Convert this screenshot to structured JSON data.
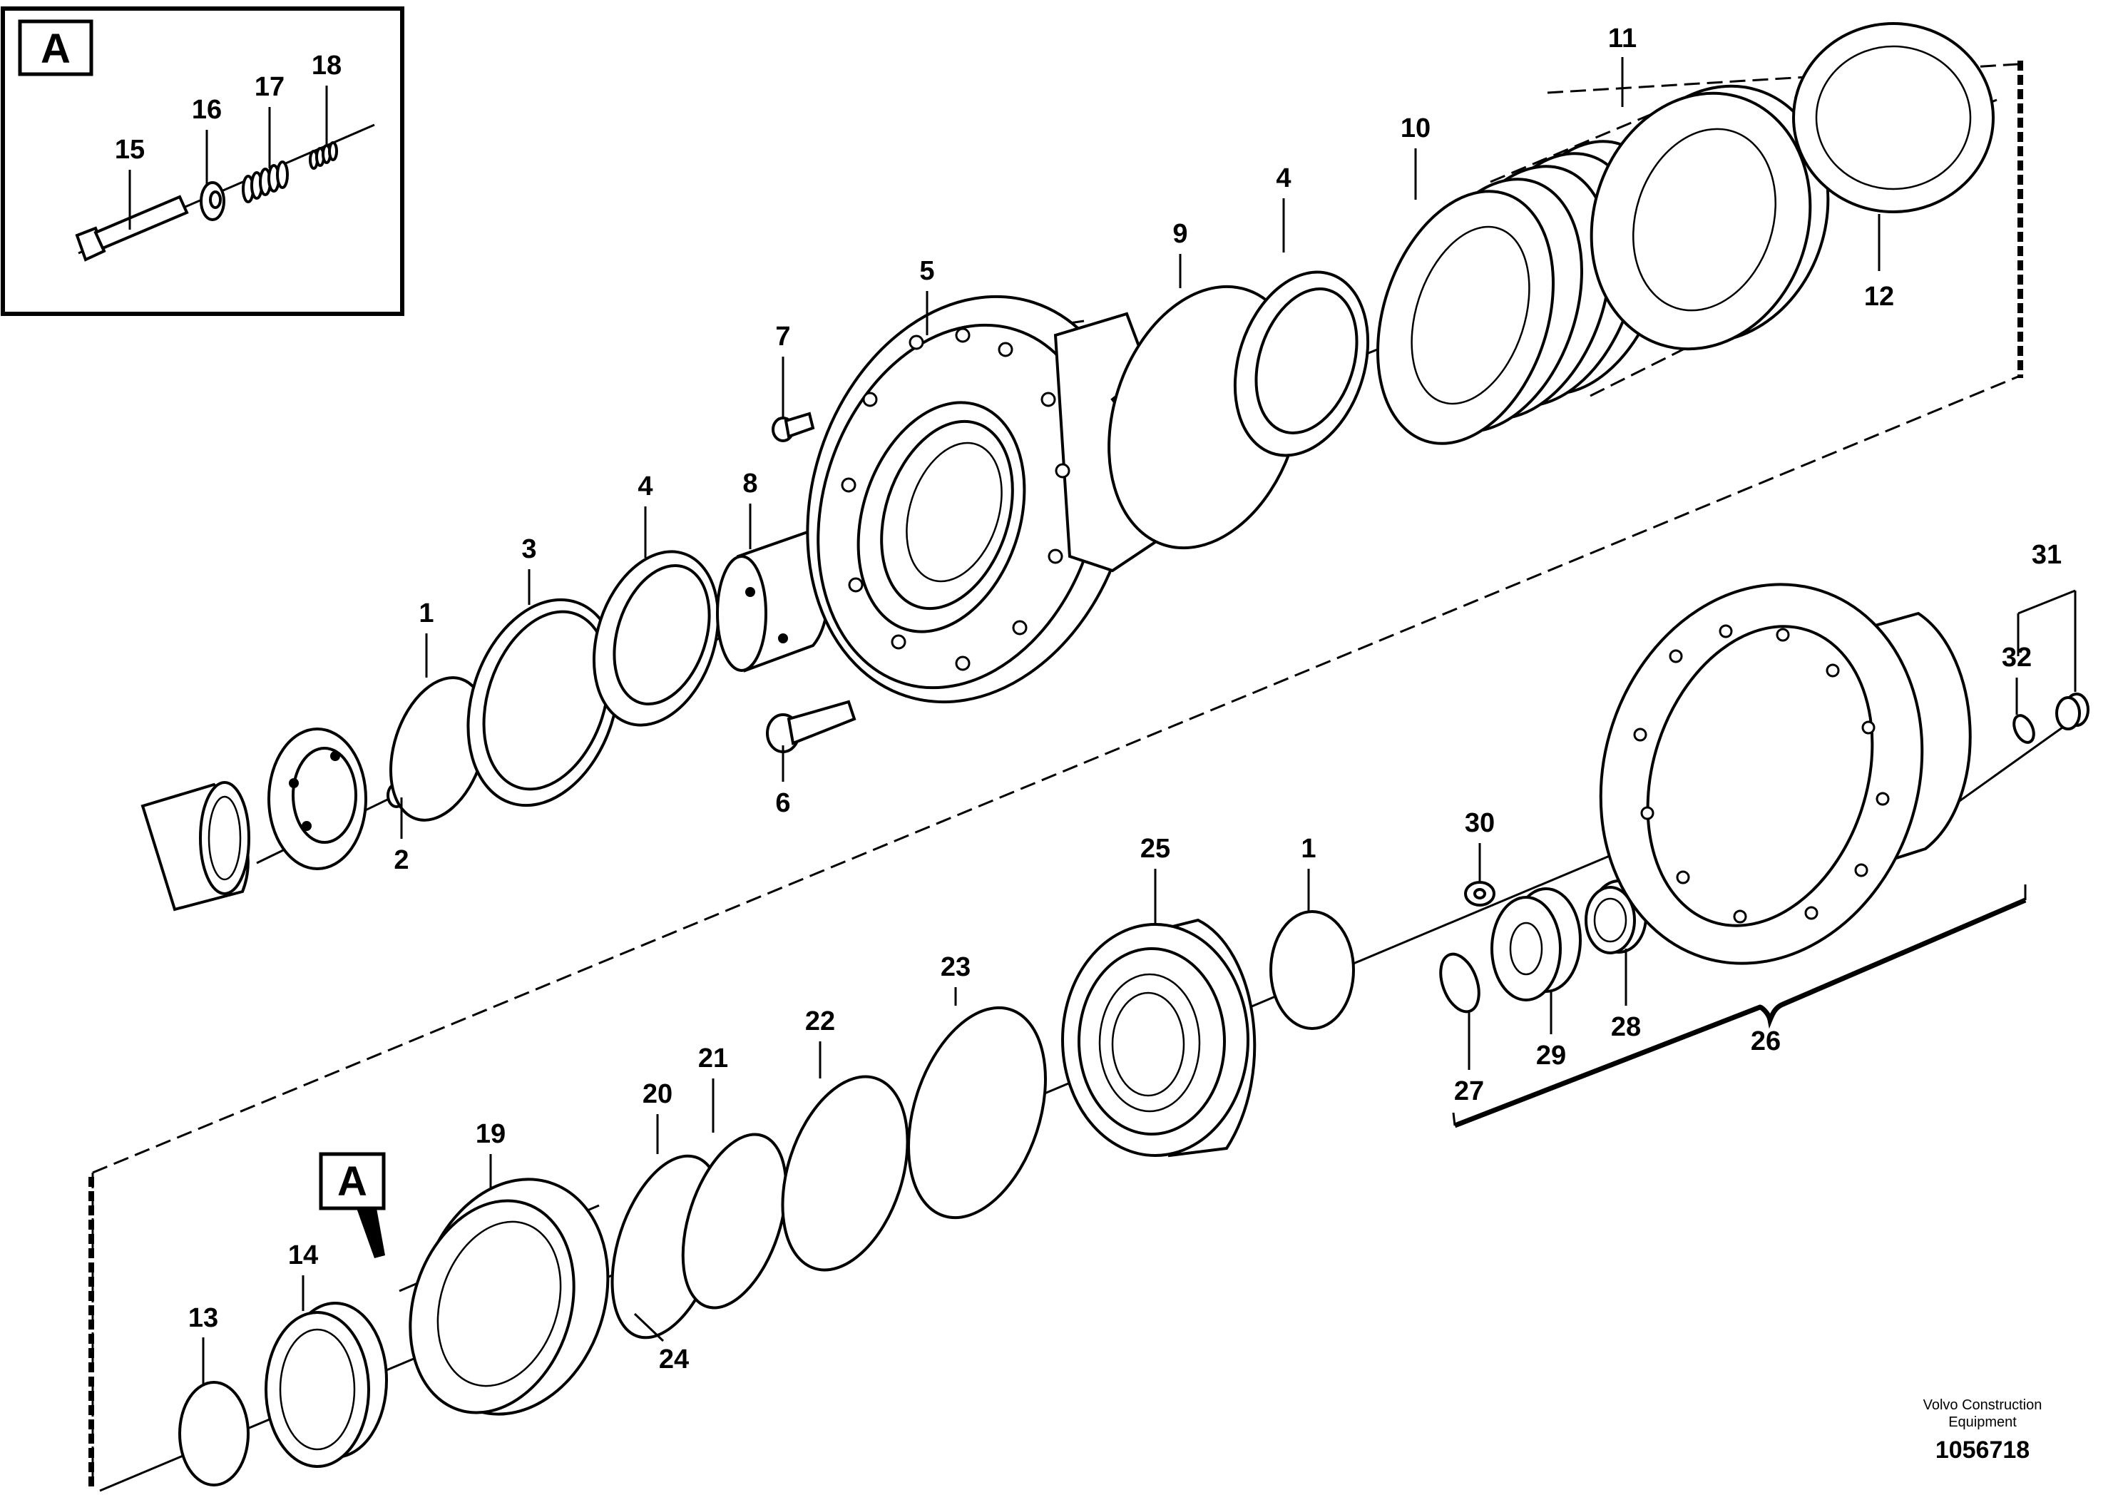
{
  "detail_box": {
    "label": "A"
  },
  "callout_box": {
    "label": "A"
  },
  "credit": {
    "line1": "Volvo Construction",
    "line2": "Equipment"
  },
  "doc_number": "1056718",
  "callouts": [
    {
      "id": "c1a",
      "text": "1"
    },
    {
      "id": "c1b",
      "text": "1"
    },
    {
      "id": "c2",
      "text": "2"
    },
    {
      "id": "c3",
      "text": "3"
    },
    {
      "id": "c4a",
      "text": "4"
    },
    {
      "id": "c4b",
      "text": "4"
    },
    {
      "id": "c5",
      "text": "5"
    },
    {
      "id": "c6",
      "text": "6"
    },
    {
      "id": "c7",
      "text": "7"
    },
    {
      "id": "c8",
      "text": "8"
    },
    {
      "id": "c9",
      "text": "9"
    },
    {
      "id": "c10",
      "text": "10"
    },
    {
      "id": "c11",
      "text": "11"
    },
    {
      "id": "c12",
      "text": "12"
    },
    {
      "id": "c13",
      "text": "13"
    },
    {
      "id": "c14",
      "text": "14"
    },
    {
      "id": "c15",
      "text": "15"
    },
    {
      "id": "c16",
      "text": "16"
    },
    {
      "id": "c17",
      "text": "17"
    },
    {
      "id": "c18",
      "text": "18"
    },
    {
      "id": "c19",
      "text": "19"
    },
    {
      "id": "c20",
      "text": "20"
    },
    {
      "id": "c21",
      "text": "21"
    },
    {
      "id": "c22",
      "text": "22"
    },
    {
      "id": "c23",
      "text": "23"
    },
    {
      "id": "c24",
      "text": "24"
    },
    {
      "id": "c25",
      "text": "25"
    },
    {
      "id": "c26",
      "text": "26"
    },
    {
      "id": "c27",
      "text": "27"
    },
    {
      "id": "c28",
      "text": "28"
    },
    {
      "id": "c29",
      "text": "29"
    },
    {
      "id": "c30",
      "text": "30"
    },
    {
      "id": "c31",
      "text": "31"
    },
    {
      "id": "c32",
      "text": "32"
    }
  ]
}
